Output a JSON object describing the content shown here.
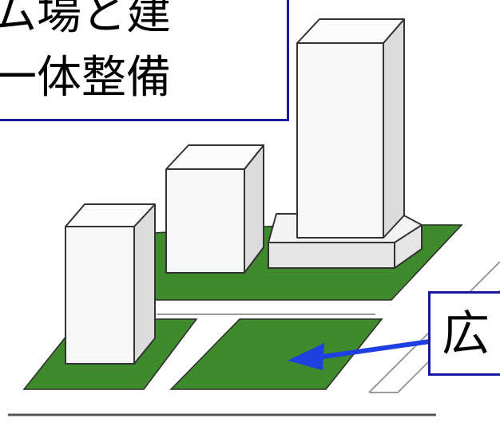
{
  "title": {
    "line1": "ム場と建",
    "line2": "一体整備"
  },
  "callout": {
    "label": "広"
  },
  "colors": {
    "frame": "#1a1aa0",
    "green": "#3f8a2c",
    "arrow": "#1f3fe0",
    "building": "#f6f6f6"
  }
}
